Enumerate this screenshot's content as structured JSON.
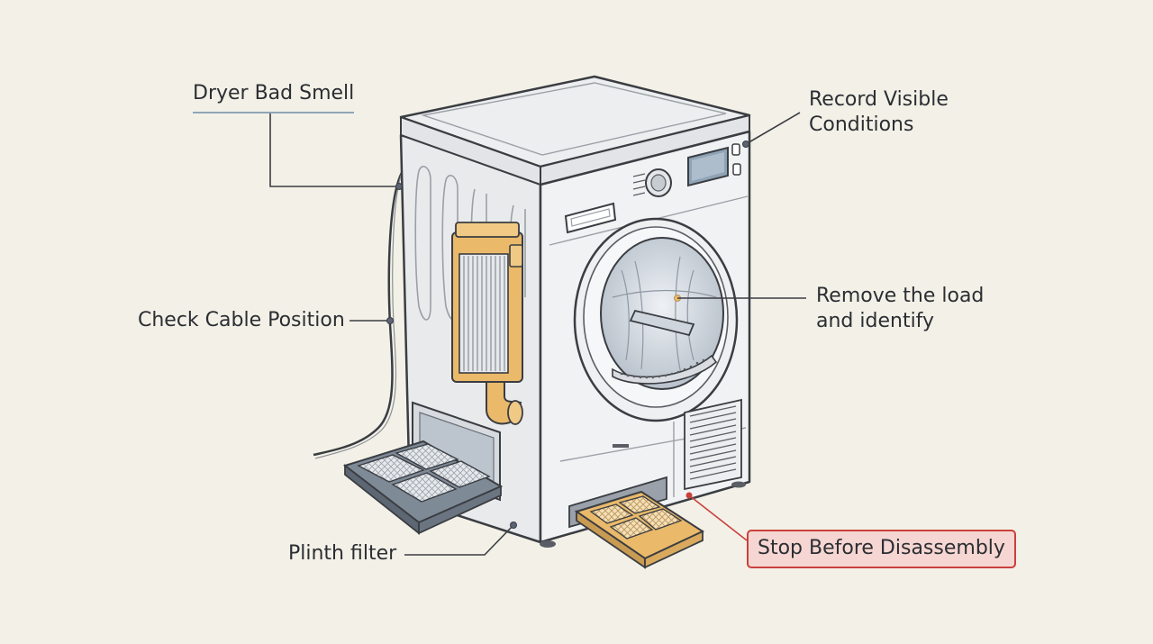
{
  "title": "Dryer Bad Smell",
  "callouts": {
    "record": {
      "line1": "Record Visible",
      "line2": "Conditions"
    },
    "cable": "Check Cable Position",
    "remove": {
      "line1": "Remove the load",
      "line2": "and identify"
    },
    "plinth": "Plinth filter",
    "stop": "Stop Before Disassembly"
  },
  "colors": {
    "background": "#f3f1e7",
    "line": "#3a3d42",
    "accent_orange": "#eab96a",
    "alert_red": "#c9403b",
    "alert_fill": "#f6d6d2",
    "title_underline": "#8fa5b5"
  }
}
